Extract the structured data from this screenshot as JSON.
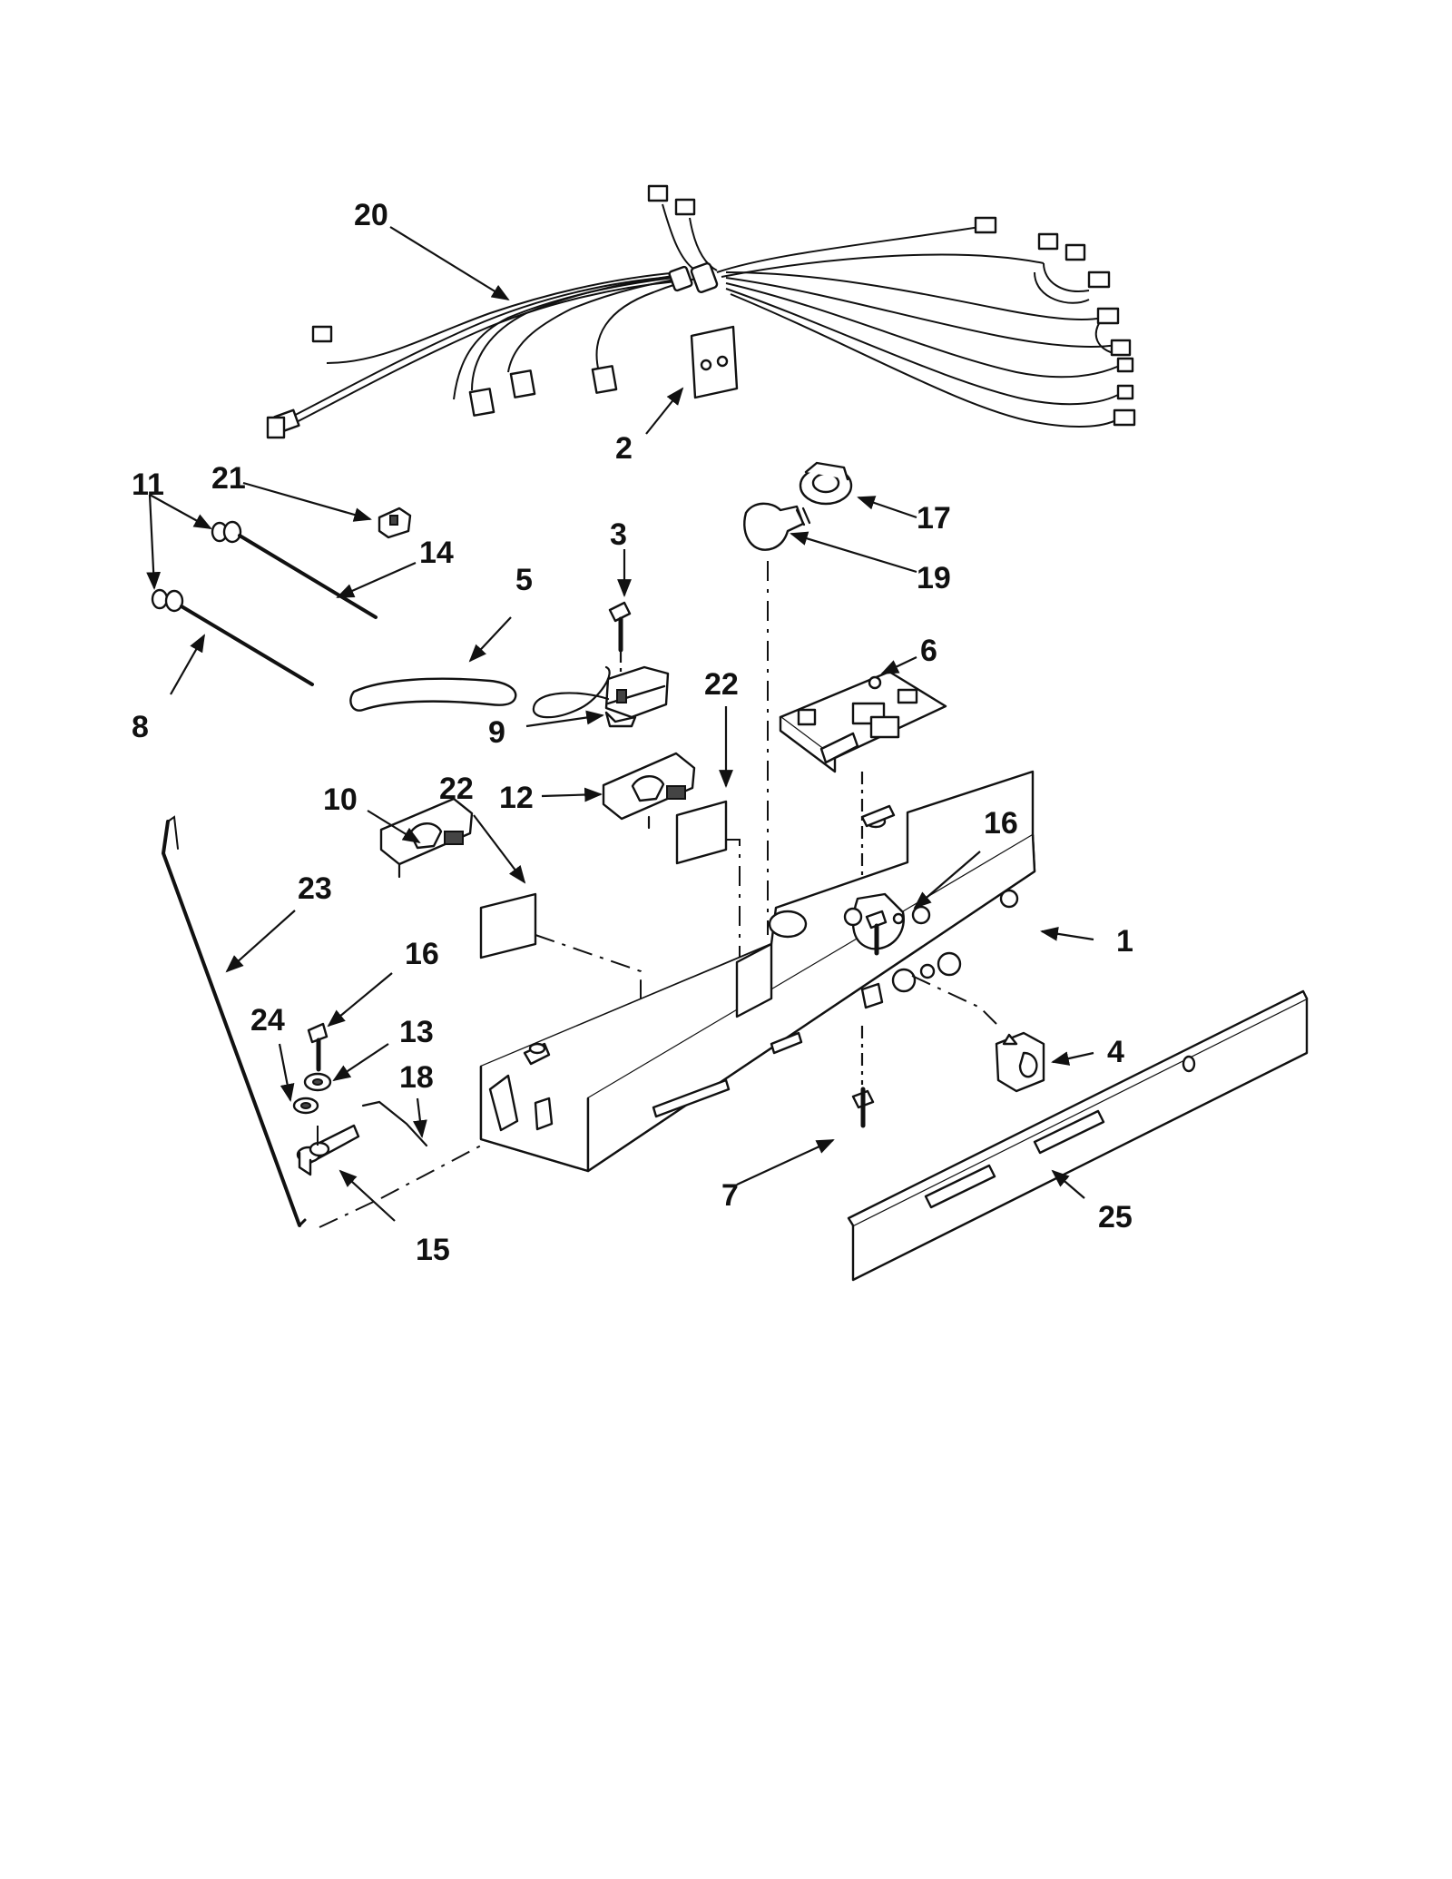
{
  "callouts": {
    "c1": "1",
    "c2": "2",
    "c3": "3",
    "c4": "4",
    "c5": "5",
    "c6": "6",
    "c7": "7",
    "c8": "8",
    "c9": "9",
    "c10": "10",
    "c11": "11",
    "c12": "12",
    "c13": "13",
    "c14": "14",
    "c15": "15",
    "c16a": "16",
    "c16b": "16",
    "c17": "17",
    "c18": "18",
    "c19": "19",
    "c20": "20",
    "c21": "21",
    "c22a": "22",
    "c22b": "22",
    "c23": "23",
    "c24": "24",
    "c25": "25"
  }
}
